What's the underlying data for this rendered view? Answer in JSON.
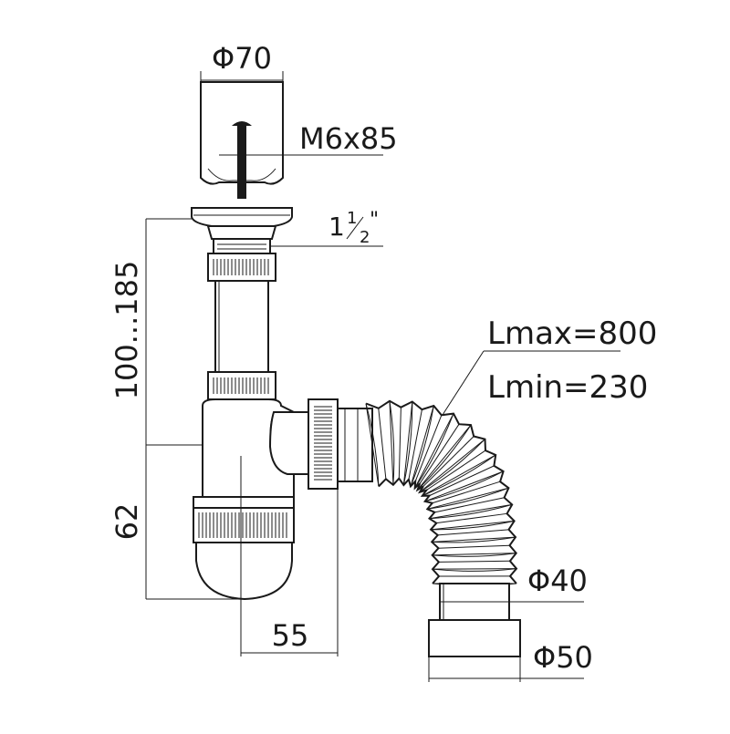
{
  "labels": {
    "strainer_diameter": "Φ70",
    "screw": "M6x85",
    "thread_whole": "1",
    "thread_num": "1",
    "thread_den": "2",
    "thread_mark": "\"",
    "height_range": "100...185",
    "trap_height": "62",
    "outlet_offset": "55",
    "hose_max": "Lmax=800",
    "hose_min": "Lmin=230",
    "hose_diameter": "Φ40",
    "outlet_diameter": "Φ50"
  },
  "colors": {
    "line": "#1a1a1a",
    "background": "#ffffff"
  }
}
